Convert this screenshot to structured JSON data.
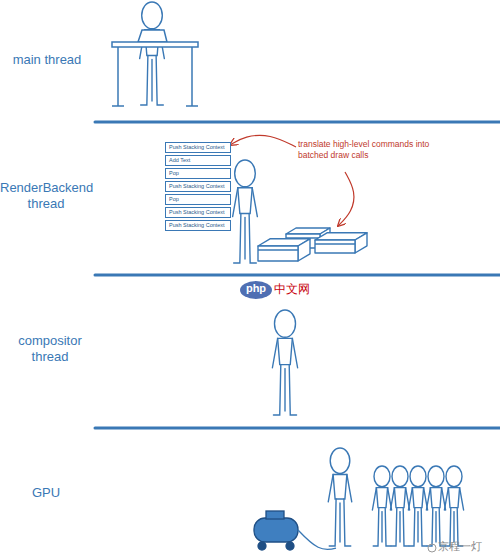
{
  "diagram": {
    "nodes": [
      {
        "text": [
          "Push Stacking Context"
        ]
      },
      {
        "text": [
          "Add Text"
        ]
      },
      {
        "text": [
          "Pop"
        ]
      },
      {
        "text": [
          "Push Stacking Context"
        ]
      },
      {
        "text": [
          "Pop"
        ]
      },
      {
        "text": [
          "Push Stacking Context"
        ]
      },
      {
        "text": [
          "Push Stacking Context"
        ]
      }
    ],
    "labels": [
      "main thread",
      "RenderBackend thread",
      "compositor thread",
      "GPU",
      "translate high-level commands into batched draw calls",
      "php",
      "中文网",
      "京程一灯"
    ]
  }
}
